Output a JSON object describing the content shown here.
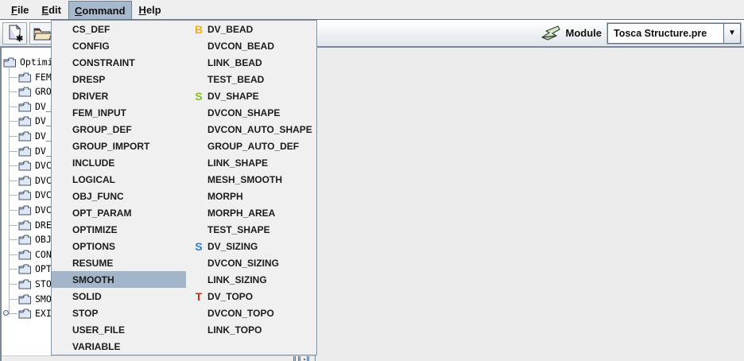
{
  "menubar": {
    "items": [
      {
        "label": "File",
        "mnemonic": "F",
        "rest": "ile"
      },
      {
        "label": "Edit",
        "mnemonic": "E",
        "rest": "dit"
      },
      {
        "label": "Command",
        "mnemonic": "C",
        "rest": "ommand",
        "selected": true
      },
      {
        "label": "Help",
        "mnemonic": "H",
        "rest": "elp"
      }
    ]
  },
  "toolbar": {
    "buttons": [
      {
        "name": "new-document"
      },
      {
        "name": "open-folder"
      }
    ],
    "module_label": "Module",
    "module_value": "Tosca Structure.pre",
    "combo_arrow": "▼"
  },
  "tree": {
    "root_label": "Optimi",
    "items": [
      "FEM",
      "GRO",
      "DV_",
      "DV_",
      "DV_",
      "DV_",
      "DVC",
      "DVC",
      "DVC",
      "DVC",
      "DRE",
      "OBJ",
      "CON",
      "OPT",
      "STO",
      "SMO",
      "EXI"
    ],
    "last_item_collapsed": true
  },
  "command_menu": {
    "column1": [
      {
        "label": "CS_DEF"
      },
      {
        "label": "CONFIG"
      },
      {
        "label": "CONSTRAINT"
      },
      {
        "label": "DRESP"
      },
      {
        "label": "DRIVER"
      },
      {
        "label": "FEM_INPUT"
      },
      {
        "label": "GROUP_DEF"
      },
      {
        "label": "GROUP_IMPORT"
      },
      {
        "label": "INCLUDE"
      },
      {
        "label": "LOGICAL"
      },
      {
        "label": "OBJ_FUNC"
      },
      {
        "label": "OPT_PARAM"
      },
      {
        "label": "OPTIMIZE"
      },
      {
        "label": "OPTIONS"
      },
      {
        "label": "RESUME"
      },
      {
        "label": "SMOOTH",
        "selected": true
      },
      {
        "label": "SOLID"
      },
      {
        "label": "STOP"
      },
      {
        "label": "USER_FILE"
      },
      {
        "label": "VARIABLE"
      }
    ],
    "column2": [
      {
        "label": "DV_BEAD",
        "icon": "B",
        "icon_color": "#f0b400",
        "icon_name": "bead-icon"
      },
      {
        "label": "DVCON_BEAD"
      },
      {
        "label": "LINK_BEAD"
      },
      {
        "label": "TEST_BEAD"
      },
      {
        "label": "DV_SHAPE",
        "icon": "S",
        "icon_color": "#84bf20",
        "icon_name": "shape-icon"
      },
      {
        "label": "DVCON_SHAPE"
      },
      {
        "label": "DVCON_AUTO_SHAPE"
      },
      {
        "label": "GROUP_AUTO_DEF"
      },
      {
        "label": "LINK_SHAPE"
      },
      {
        "label": "MESH_SMOOTH"
      },
      {
        "label": "MORPH"
      },
      {
        "label": "MORPH_AREA"
      },
      {
        "label": "TEST_SHAPE"
      },
      {
        "label": "DV_SIZING",
        "icon": "S",
        "icon_color": "#2a7fd0",
        "icon_name": "sizing-icon"
      },
      {
        "label": "DVCON_SIZING"
      },
      {
        "label": "LINK_SIZING"
      },
      {
        "label": "DV_TOPO",
        "icon": "T",
        "icon_color": "#cc2a1e",
        "icon_name": "topo-icon"
      },
      {
        "label": "DVCON_TOPO"
      },
      {
        "label": "LINK_TOPO"
      }
    ]
  },
  "colors": {
    "selection": "#a3b5c9",
    "menubar_selection": "#a7b9cc",
    "popup_background": "#f0f0f0",
    "panel_border": "#7a8a99",
    "main_background": "#ececec"
  }
}
